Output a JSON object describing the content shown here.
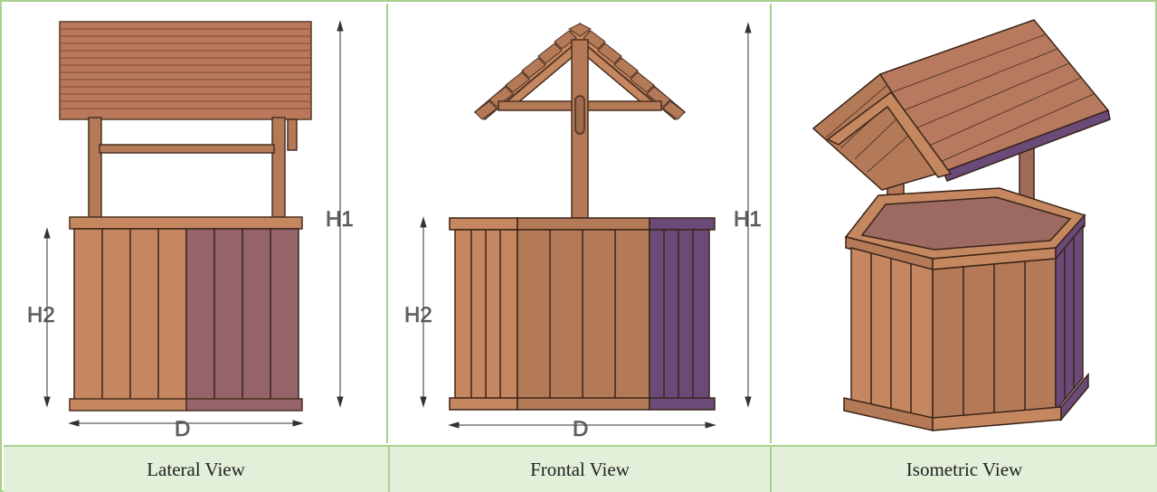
{
  "captions": {
    "lateral": "Lateral View",
    "frontal": "Frontal View",
    "isometric": "Isometric View"
  },
  "dimensions": {
    "h1": "H1",
    "h2": "H2",
    "d": "D"
  },
  "colors": {
    "border": "#a9d18e",
    "caption_bg": "#e2efd9",
    "wood_light": "#c4875f",
    "wood_mid": "#b47a58",
    "wood_shadow": "#94646a",
    "wood_dark": "#6a4a78"
  }
}
